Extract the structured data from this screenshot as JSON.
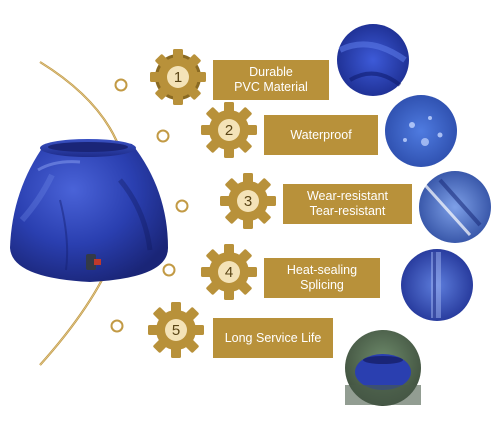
{
  "colors": {
    "gold": "#b8913a",
    "gold_dark": "#8a6a22",
    "tank_blue": "#2a3fb0",
    "tank_blue_dark": "#1a2577",
    "banner_text": "#ffffff"
  },
  "features": [
    {
      "number": "1",
      "line1": "Durable",
      "line2": "PVC Material",
      "photo_icon": "pvc-fabric-closeup"
    },
    {
      "number": "2",
      "line1": "Waterproof",
      "line2": "",
      "photo_icon": "water-droplets-closeup"
    },
    {
      "number": "3",
      "line1": "Wear-resistant",
      "line2": "Tear-resistant",
      "photo_icon": "torn-fabric-closeup"
    },
    {
      "number": "4",
      "line1": "Heat-sealing",
      "line2": "Splicing",
      "photo_icon": "sealed-seam-closeup"
    },
    {
      "number": "5",
      "line1": "Long Service Life",
      "line2": "",
      "photo_icon": "tank-outdoor-photo"
    }
  ]
}
